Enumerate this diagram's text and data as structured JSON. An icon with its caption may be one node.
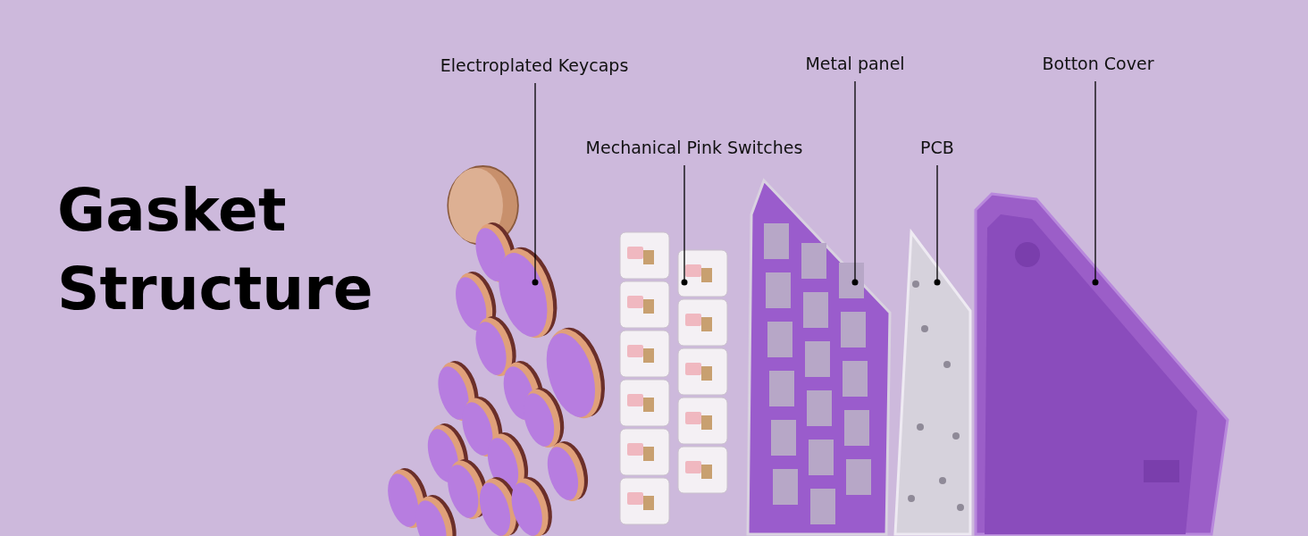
{
  "diagram": {
    "title": "Gasket Structure",
    "nodes": [
      {
        "text": [
          "Electroplated Keycaps"
        ]
      },
      {
        "text": [
          "Metal panel"
        ]
      },
      {
        "text": [
          "Botton Cover"
        ]
      },
      {
        "text": [
          "Mechanical Pink Switches"
        ]
      },
      {
        "text": [
          "PCB"
        ]
      },
      {
        "text": [],
        "shape": "picture"
      },
      {
        "text": [],
        "shape": "picture"
      },
      {
        "text": [],
        "shape": "picture"
      },
      {
        "text": [],
        "shape": "picture"
      },
      {
        "text": [],
        "shape": "picture"
      }
    ],
    "edges": [
      {
        "from": 0,
        "to": 5,
        "arrow": "other"
      },
      {
        "from": 3,
        "to": 6,
        "arrow": "other"
      },
      {
        "from": 1,
        "to": 7,
        "arrow": "other"
      },
      {
        "from": 4,
        "to": 8,
        "arrow": "other"
      },
      {
        "from": 2,
        "to": 9,
        "arrow": "other"
      }
    ]
  }
}
